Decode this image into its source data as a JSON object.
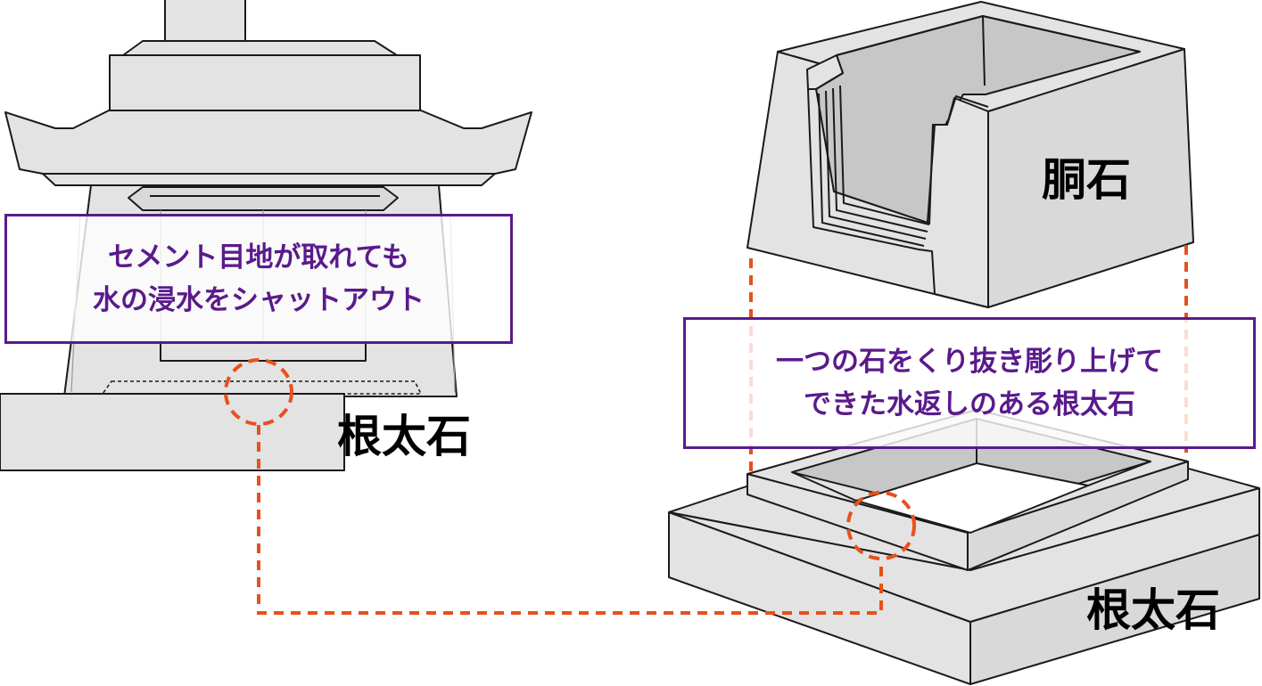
{
  "callout_left": {
    "line1": "セメント目地が取れても",
    "line2": "水の浸水をシャットアウト"
  },
  "callout_right": {
    "line1": "一つの石をくり抜き彫り上げて",
    "line2": "できた水返しのある根太石"
  },
  "labels": {
    "dou_ishi": "胴石",
    "neta_ishi_left": "根太石",
    "neta_ishi_right": "根太石"
  },
  "colors": {
    "stone_fill": "#e2e3e2",
    "stone_shadow": "#c6c7c6",
    "outline": "#1a1a1a",
    "highlight_dash": "#e8501c",
    "callout_border": "#5a1a8c",
    "callout_text": "#5a1a8c"
  }
}
